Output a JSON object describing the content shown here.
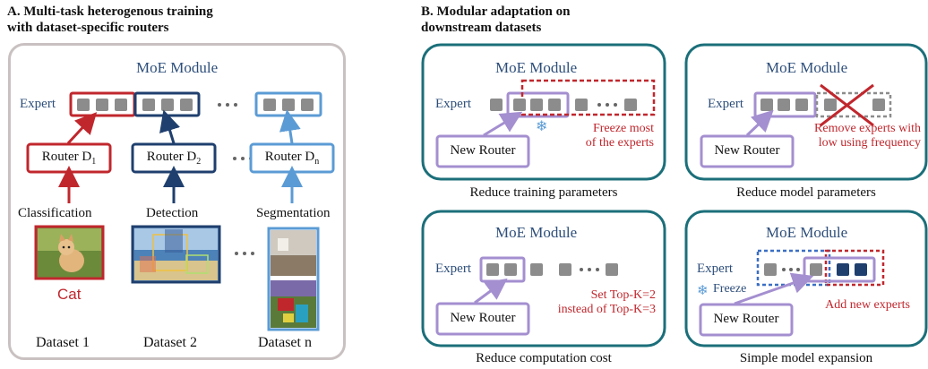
{
  "panel_a": {
    "title_line1": "A. Multi-task heterogenous training",
    "title_line2": "with dataset-specific routers",
    "moe_title": "MoE Module",
    "expert_label": "Expert",
    "ellipsis": "• • •",
    "routers": [
      {
        "label": "Router D",
        "sub": "1",
        "color": "#c0272d"
      },
      {
        "label": "Router D",
        "sub": "2",
        "color": "#1f3f6e"
      },
      {
        "label": "Router D",
        "sub": "n",
        "color": "#5b9bd5"
      }
    ],
    "tasks": [
      "Classification",
      "Detection",
      "Segmentation"
    ],
    "cat_label": "Cat",
    "datasets": [
      "Dataset 1",
      "Dataset 2",
      "Dataset n"
    ]
  },
  "panel_b": {
    "title_line1": "B. Modular adaptation on",
    "title_line2": "downstream datasets",
    "boxes": [
      {
        "moe_title": "MoE Module",
        "expert_label": "Expert",
        "router_label": "New Router",
        "note_line1": "Freeze most",
        "note_line2": "of the experts",
        "caption": "Reduce training parameters"
      },
      {
        "moe_title": "MoE Module",
        "expert_label": "Expert",
        "router_label": "New Router",
        "note_line1": "Remove experts with",
        "note_line2": "low using frequency",
        "caption": "Reduce model parameters"
      },
      {
        "moe_title": "MoE Module",
        "expert_label": "Expert",
        "router_label": "New Router",
        "note_line1": "Set Top-K=2",
        "note_line2": "instead of Top-K=3",
        "caption": "Reduce computation cost"
      },
      {
        "moe_title": "MoE Module",
        "expert_label": "Expert",
        "router_label": "New Router",
        "freeze_label": "Freeze",
        "note_line1": "Add new experts",
        "caption": "Simple model expansion"
      }
    ]
  },
  "colors": {
    "red": "#c0272d",
    "navy": "#1f3f6e",
    "lightblue": "#5b9bd5",
    "teal": "#1b6f7a",
    "purple": "#a48fd0",
    "gray": "#8c8c8c",
    "frame": "#c9c1c1"
  }
}
